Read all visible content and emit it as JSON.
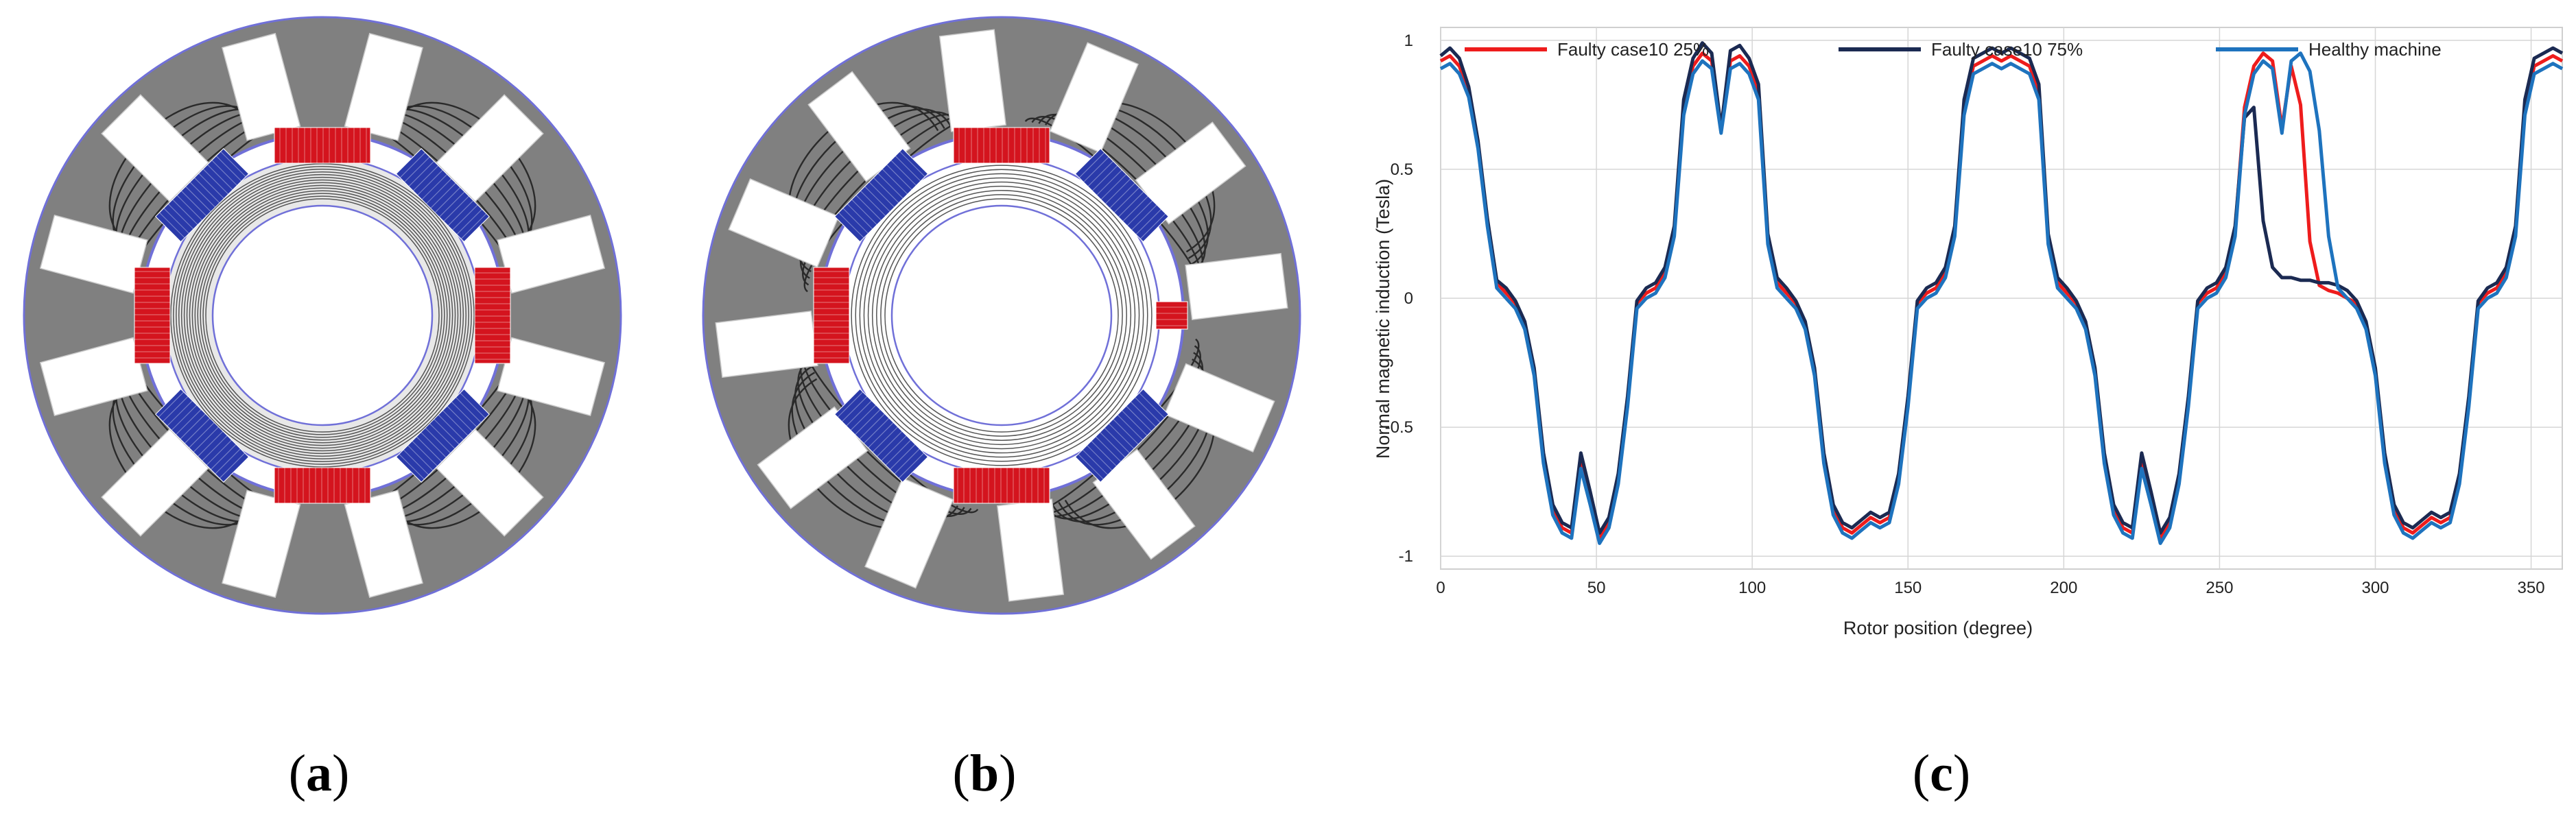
{
  "captions": {
    "a": {
      "open": "(",
      "letter": "a",
      "close": ")"
    },
    "b": {
      "open": "(",
      "letter": "b",
      "close": ")"
    },
    "c": {
      "open": "(",
      "letter": "c",
      "close": ")"
    }
  },
  "colors": {
    "stator": "#808080",
    "magnet_red": "#d4141e",
    "magnet_blue": "#2a3aaa",
    "outline": "#7070d8",
    "flux_line": "#2a2a2a"
  },
  "chart_data": {
    "type": "line",
    "title": "",
    "xlabel": "Rotor position (degree)",
    "ylabel": "Normal magnetic induction (Tesla)",
    "xlim": [
      0,
      360
    ],
    "ylim": [
      -1.05,
      1.05
    ],
    "xticks": [
      0,
      50,
      100,
      150,
      200,
      250,
      300,
      350
    ],
    "yticks": [
      -1,
      -0.5,
      0,
      0.5,
      1
    ],
    "ytick_labels": [
      "-1",
      "-0.5",
      "0",
      "0.5",
      "1"
    ],
    "grid": true,
    "legend_position": "top",
    "x": [
      0,
      3,
      6,
      9,
      12,
      15,
      18,
      21,
      24,
      27,
      30,
      33,
      36,
      39,
      42,
      45,
      48,
      51,
      54,
      57,
      60,
      63,
      66,
      69,
      72,
      75,
      78,
      81,
      84,
      87,
      90,
      93,
      96,
      99,
      102,
      105,
      108,
      111,
      114,
      117,
      120,
      123,
      126,
      129,
      132,
      135,
      138,
      141,
      144,
      147,
      150,
      153,
      156,
      159,
      162,
      165,
      168,
      171,
      174,
      177,
      180,
      183,
      186,
      189,
      192,
      195,
      198,
      201,
      204,
      207,
      210,
      213,
      216,
      219,
      222,
      225,
      228,
      231,
      234,
      237,
      240,
      243,
      246,
      249,
      252,
      255,
      258,
      261,
      264,
      267,
      270,
      273,
      276,
      279,
      282,
      285,
      288,
      291,
      294,
      297,
      300,
      303,
      306,
      309,
      312,
      315,
      318,
      321,
      324,
      327,
      330,
      333,
      336,
      339,
      342,
      345,
      348,
      351,
      354,
      357,
      360
    ],
    "series": [
      {
        "name": "Faulty case10 25%",
        "color": "#ee1c1c",
        "values": [
          0.92,
          0.94,
          0.9,
          0.8,
          0.6,
          0.3,
          0.06,
          0.02,
          -0.02,
          -0.1,
          -0.28,
          -0.62,
          -0.82,
          -0.89,
          -0.91,
          -0.64,
          -0.78,
          -0.93,
          -0.87,
          -0.7,
          -0.4,
          -0.02,
          0.02,
          0.04,
          0.1,
          0.26,
          0.74,
          0.9,
          0.95,
          0.92,
          0.66,
          0.92,
          0.94,
          0.9,
          0.8,
          0.23,
          0.06,
          0.02,
          -0.02,
          -0.1,
          -0.28,
          -0.62,
          -0.82,
          -0.89,
          -0.91,
          -0.88,
          -0.85,
          -0.87,
          -0.85,
          -0.7,
          -0.4,
          -0.02,
          0.02,
          0.04,
          0.1,
          0.26,
          0.74,
          0.9,
          0.92,
          0.94,
          0.92,
          0.94,
          0.92,
          0.9,
          0.8,
          0.23,
          0.06,
          0.02,
          -0.02,
          -0.1,
          -0.28,
          -0.62,
          -0.82,
          -0.89,
          -0.91,
          -0.64,
          -0.78,
          -0.93,
          -0.87,
          -0.7,
          -0.4,
          -0.02,
          0.02,
          0.04,
          0.1,
          0.26,
          0.74,
          0.9,
          0.95,
          0.92,
          0.66,
          0.9,
          0.75,
          0.22,
          0.05,
          0.03,
          0.02,
          0.0,
          -0.02,
          -0.1,
          -0.28,
          -0.62,
          -0.82,
          -0.89,
          -0.91,
          -0.88,
          -0.85,
          -0.87,
          -0.85,
          -0.7,
          -0.4,
          -0.02,
          0.02,
          0.04,
          0.1,
          0.26,
          0.74,
          0.9,
          0.92,
          0.94,
          0.92
        ]
      },
      {
        "name": "Faulty case10 75%",
        "color": "#1b2a52",
        "values": [
          0.94,
          0.97,
          0.93,
          0.82,
          0.61,
          0.31,
          0.07,
          0.04,
          -0.01,
          -0.09,
          -0.27,
          -0.6,
          -0.8,
          -0.87,
          -0.89,
          -0.6,
          -0.75,
          -0.91,
          -0.85,
          -0.68,
          -0.38,
          -0.01,
          0.04,
          0.06,
          0.12,
          0.28,
          0.77,
          0.93,
          0.99,
          0.95,
          0.66,
          0.96,
          0.98,
          0.93,
          0.83,
          0.25,
          0.08,
          0.04,
          -0.01,
          -0.09,
          -0.27,
          -0.6,
          -0.8,
          -0.87,
          -0.89,
          -0.86,
          -0.83,
          -0.85,
          -0.83,
          -0.68,
          -0.38,
          -0.01,
          0.04,
          0.06,
          0.12,
          0.28,
          0.77,
          0.93,
          0.95,
          0.97,
          0.95,
          0.97,
          0.95,
          0.93,
          0.83,
          0.25,
          0.08,
          0.04,
          -0.01,
          -0.09,
          -0.27,
          -0.6,
          -0.8,
          -0.87,
          -0.89,
          -0.6,
          -0.75,
          -0.91,
          -0.85,
          -0.68,
          -0.38,
          -0.01,
          0.04,
          0.06,
          0.12,
          0.28,
          0.7,
          0.74,
          0.3,
          0.12,
          0.08,
          0.08,
          0.07,
          0.07,
          0.06,
          0.06,
          0.05,
          0.03,
          -0.01,
          -0.09,
          -0.27,
          -0.6,
          -0.8,
          -0.87,
          -0.89,
          -0.86,
          -0.83,
          -0.85,
          -0.83,
          -0.68,
          -0.38,
          -0.01,
          0.04,
          0.06,
          0.12,
          0.28,
          0.77,
          0.93,
          0.95,
          0.97,
          0.95
        ]
      },
      {
        "name": "Healthy machine",
        "color": "#1e73be",
        "values": [
          0.89,
          0.91,
          0.87,
          0.78,
          0.58,
          0.28,
          0.04,
          0.0,
          -0.04,
          -0.12,
          -0.3,
          -0.64,
          -0.84,
          -0.91,
          -0.93,
          -0.66,
          -0.8,
          -0.95,
          -0.89,
          -0.72,
          -0.42,
          -0.04,
          0.0,
          0.02,
          0.08,
          0.24,
          0.71,
          0.87,
          0.92,
          0.89,
          0.64,
          0.89,
          0.91,
          0.87,
          0.77,
          0.21,
          0.04,
          0.0,
          -0.04,
          -0.12,
          -0.3,
          -0.64,
          -0.84,
          -0.91,
          -0.93,
          -0.9,
          -0.87,
          -0.89,
          -0.87,
          -0.72,
          -0.42,
          -0.04,
          0.0,
          0.02,
          0.08,
          0.24,
          0.71,
          0.87,
          0.89,
          0.91,
          0.89,
          0.91,
          0.89,
          0.87,
          0.77,
          0.21,
          0.04,
          0.0,
          -0.04,
          -0.12,
          -0.3,
          -0.64,
          -0.84,
          -0.91,
          -0.93,
          -0.66,
          -0.8,
          -0.95,
          -0.89,
          -0.72,
          -0.42,
          -0.04,
          0.0,
          0.02,
          0.08,
          0.24,
          0.71,
          0.87,
          0.92,
          0.89,
          0.64,
          0.92,
          0.95,
          0.88,
          0.65,
          0.24,
          0.04,
          0.0,
          -0.04,
          -0.12,
          -0.3,
          -0.64,
          -0.84,
          -0.91,
          -0.93,
          -0.9,
          -0.87,
          -0.89,
          -0.87,
          -0.72,
          -0.42,
          -0.04,
          0.0,
          0.02,
          0.08,
          0.24,
          0.71,
          0.87,
          0.89,
          0.91,
          0.89
        ]
      }
    ]
  }
}
